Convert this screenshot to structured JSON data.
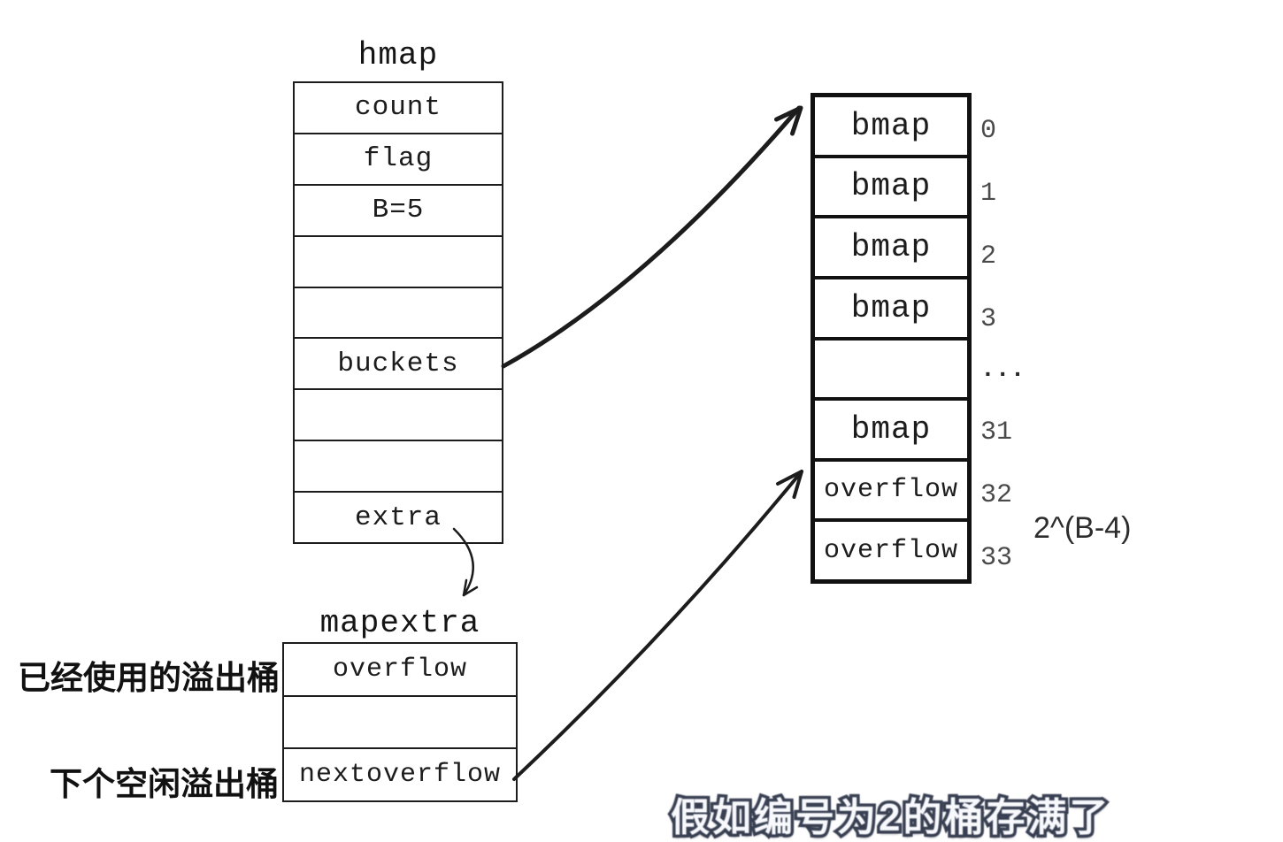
{
  "hmap": {
    "title": "hmap",
    "rows": [
      "count",
      "flag",
      "B=5",
      "",
      "",
      "buckets",
      "",
      "",
      "extra"
    ]
  },
  "bucket_array": {
    "rows": [
      {
        "label": "bmap",
        "index": "0"
      },
      {
        "label": "bmap",
        "index": "1"
      },
      {
        "label": "bmap",
        "index": "2"
      },
      {
        "label": "bmap",
        "index": "3"
      },
      {
        "label": "",
        "index": "..."
      },
      {
        "label": "bmap",
        "index": "31"
      },
      {
        "label": "overflow",
        "index": "32"
      },
      {
        "label": "overflow",
        "index": "33"
      }
    ],
    "size_annotation": "2^(B-4)"
  },
  "mapextra": {
    "title": "mapextra",
    "rows": [
      "overflow",
      "",
      "nextoverflow"
    ],
    "annotations": [
      {
        "text": "已经使用的溢出桶"
      },
      {
        "text": "下个空闲溢出桶"
      }
    ]
  },
  "caption": "假如编号为2的桶存满了",
  "arrows": [
    {
      "name": "buckets-to-bucket-array"
    },
    {
      "name": "nextoverflow-to-free-overflow-bucket"
    },
    {
      "name": "extra-to-mapextra"
    }
  ],
  "colors": {
    "line": "#1c1c1c",
    "index_label": "#4a4a4a",
    "caption_fill": "#f8f9fd",
    "caption_outline": "#3b4254",
    "background": "#ffffff"
  }
}
